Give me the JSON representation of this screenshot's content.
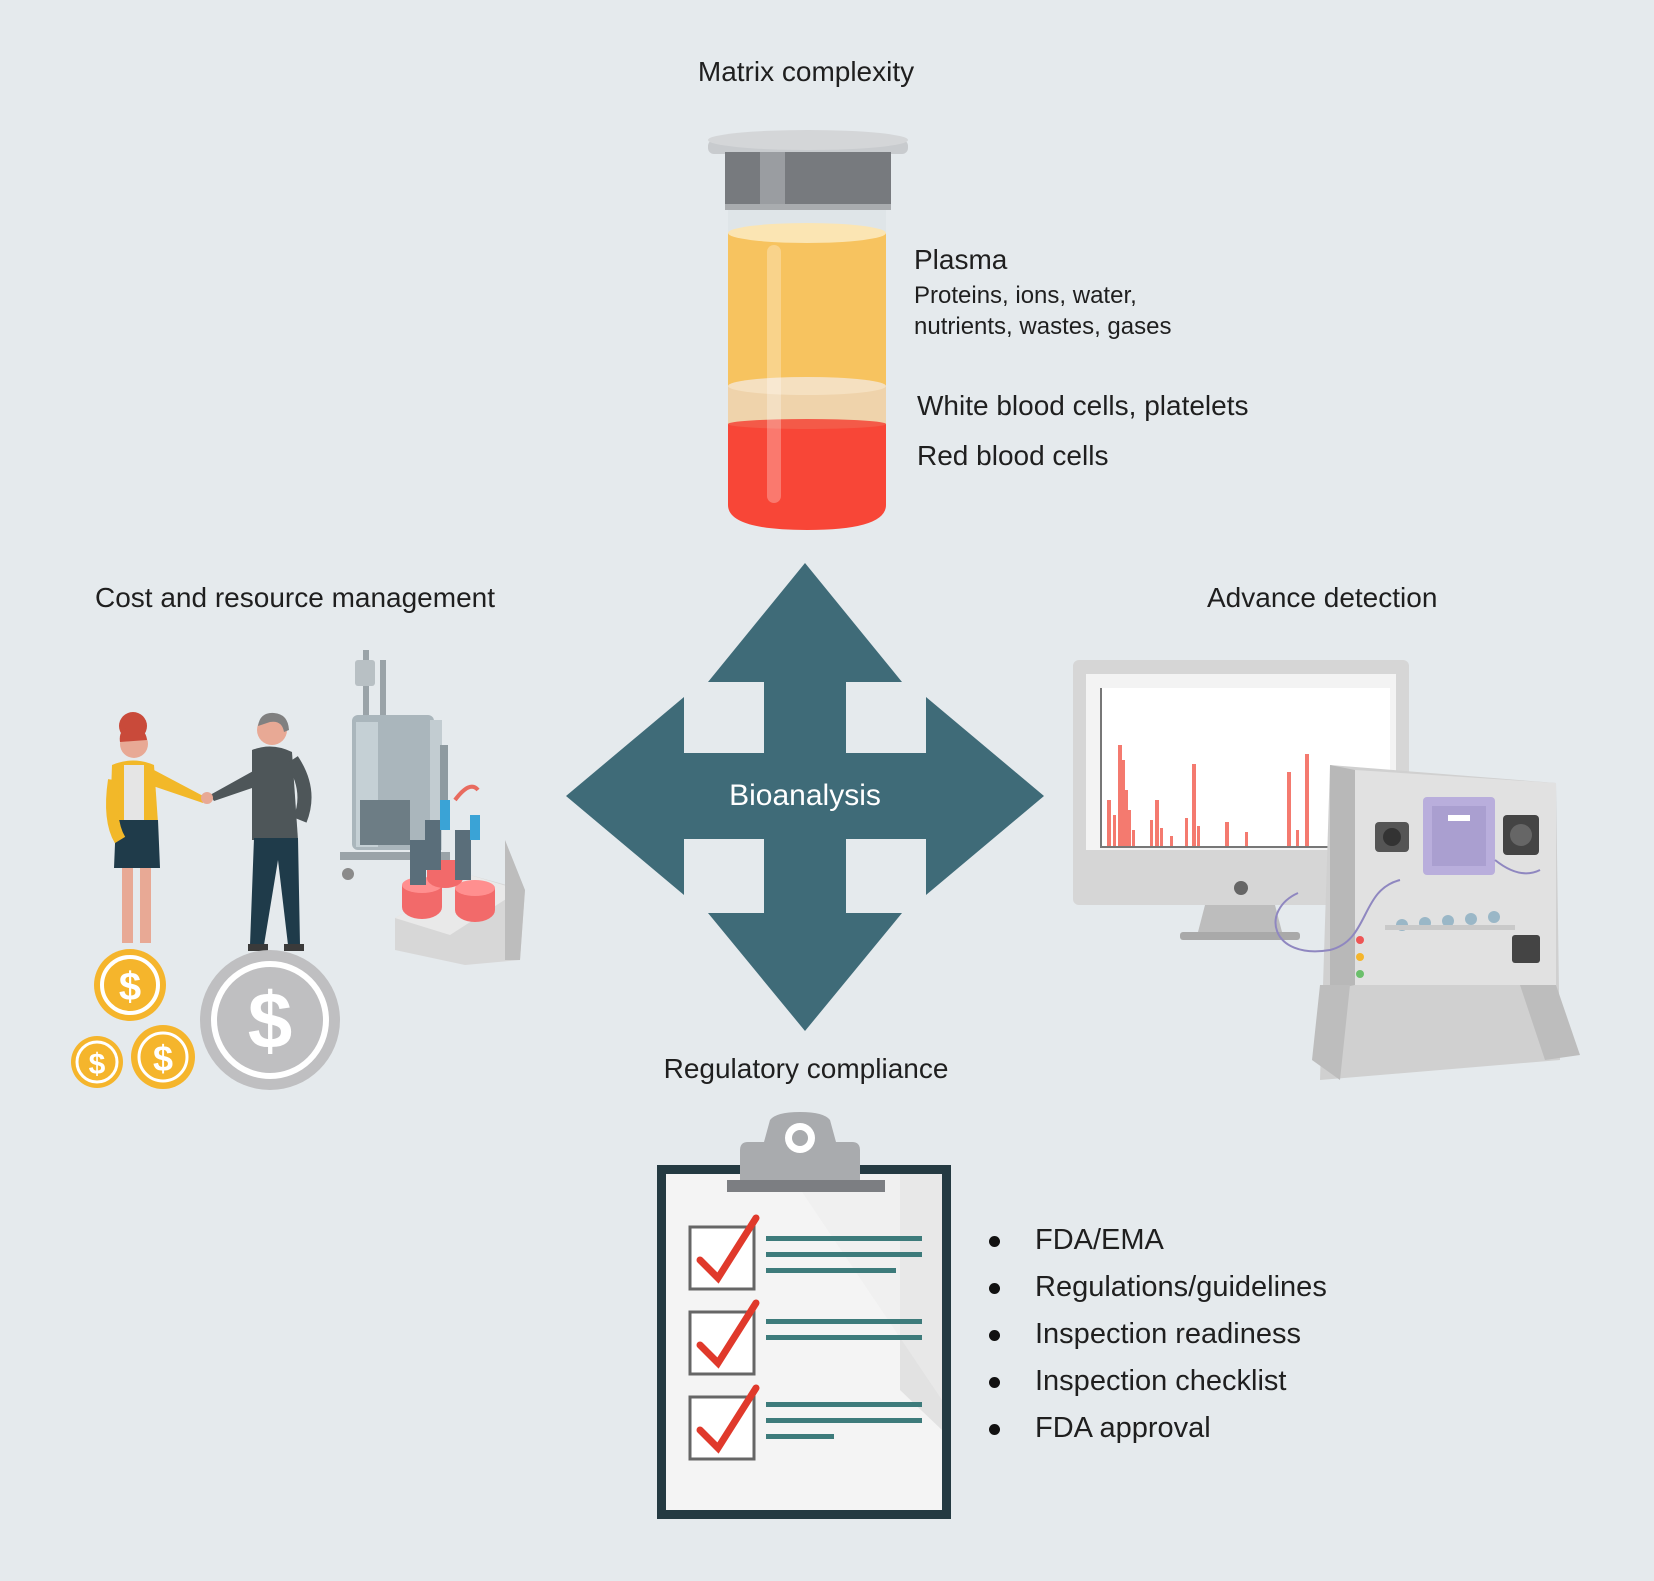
{
  "hub": {
    "label": "Bioanalysis",
    "color": "#3f6b78"
  },
  "matrix": {
    "title": "Matrix complexity",
    "plasma_title": "Plasma",
    "plasma_detail_1": "Proteins, ions, water,",
    "plasma_detail_2": "nutrients, wastes, gases",
    "buffy_label": "White blood cells, platelets",
    "rbc_label": "Red blood cells",
    "colors": {
      "plasma": "#f7c35f",
      "buffy": "#efd3ab",
      "rbc": "#f84637",
      "cap": "#777a7e"
    }
  },
  "cost": {
    "title": "Cost and resource management",
    "coin_gold": "#f5b52c",
    "coin_silver": "#bfbfc1"
  },
  "detection": {
    "title": "Advance detection",
    "peak_color": "#f47a6f"
  },
  "regulatory": {
    "title": "Regulatory compliance",
    "items": [
      "FDA/EMA",
      "Regulations/guidelines",
      "Inspection readiness",
      "Inspection checklist",
      "FDA approval"
    ],
    "check_color": "#e0392b",
    "line_color": "#3d7b7b"
  }
}
